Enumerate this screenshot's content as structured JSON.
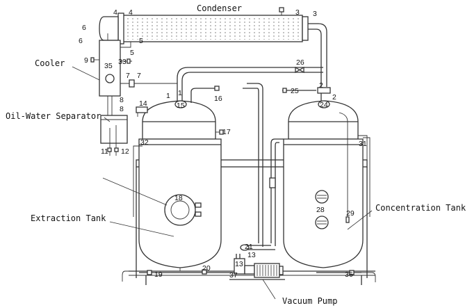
{
  "labels": {
    "condenser": "Condenser",
    "cooler": "Cooler",
    "oil_water_separator": "Oil-Water Separator",
    "extraction_tank": "Extraction Tank",
    "concentration_tank": "Concentration Tank",
    "vacuum_pump": "Vacuum Pump"
  },
  "numbers": {
    "n1": "1",
    "n2": "2",
    "n3": "3",
    "n4": "4",
    "n5": "5",
    "n6": "6",
    "n7": "7",
    "n8": "8",
    "n9": "9",
    "n11": "11",
    "n12": "12",
    "n13": "13",
    "n14": "14",
    "n15": "15",
    "n16": "16",
    "n17": "17",
    "n18": "18",
    "n19": "19",
    "n20": "20",
    "n21": "21",
    "n24": "24",
    "n25": "25",
    "n26": "26",
    "n28": "28",
    "n29": "29",
    "n31": "31",
    "n32": "32",
    "n33": "33",
    "n35": "35",
    "n36": "36",
    "n37": "37"
  }
}
